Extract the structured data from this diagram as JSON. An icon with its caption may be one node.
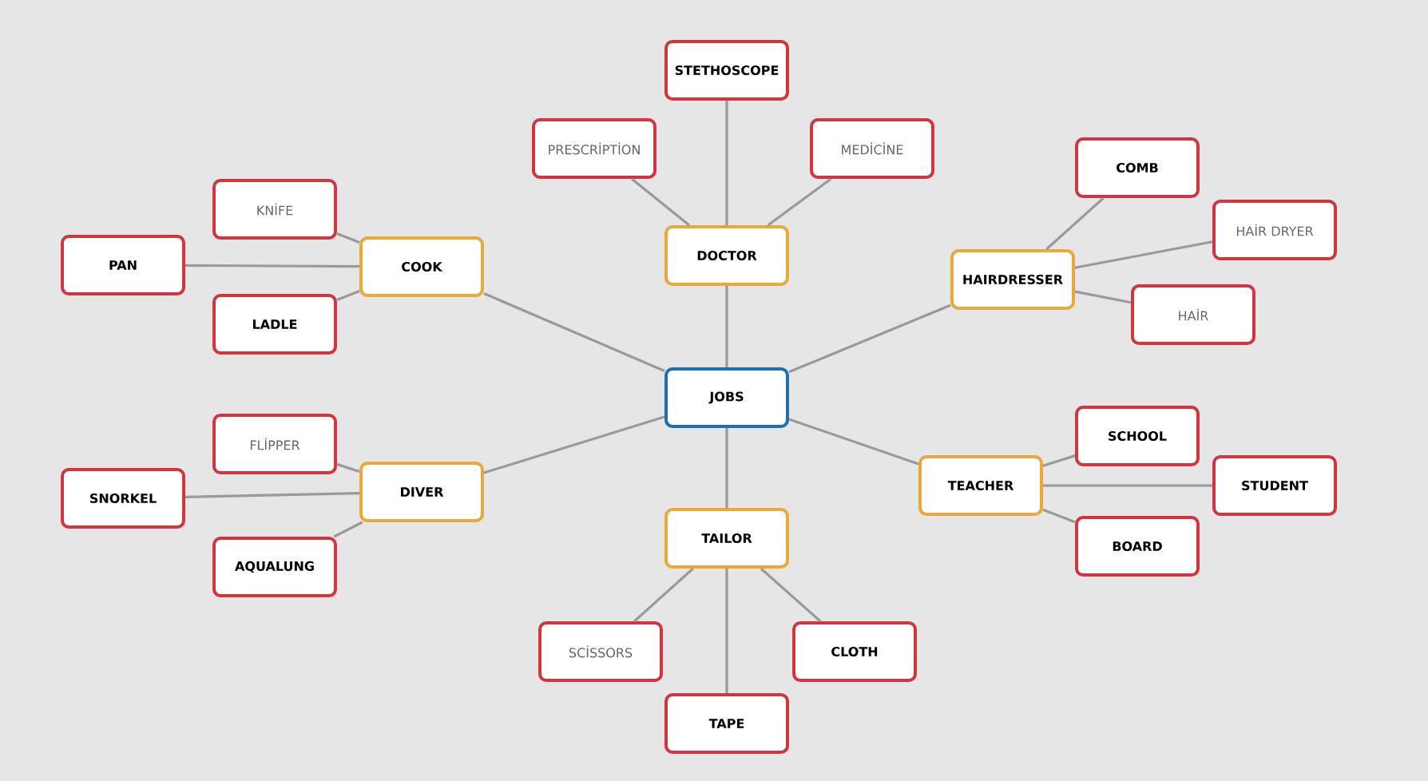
{
  "diagram": {
    "nodes": [
      {
        "text": [
          "JOBS"
        ]
      },
      {
        "text": [
          "DOCTOR"
        ]
      },
      {
        "text": [
          "STETHOSCOPE"
        ]
      },
      {
        "text": [
          "PRESCRİPTİON"
        ]
      },
      {
        "text": [
          "MEDİCİNE"
        ]
      },
      {
        "text": [
          "HAIRDRESSER"
        ]
      },
      {
        "text": [
          "COMB"
        ]
      },
      {
        "text": [
          "HAİR DRYER"
        ]
      },
      {
        "text": [
          "HAİR"
        ]
      },
      {
        "text": [
          "TEACHER"
        ]
      },
      {
        "text": [
          "SCHOOL"
        ]
      },
      {
        "text": [
          "STUDENT"
        ]
      },
      {
        "text": [
          "BOARD"
        ]
      },
      {
        "text": [
          "TAILOR"
        ]
      },
      {
        "text": [
          "SCİSSORS"
        ]
      },
      {
        "text": [
          "CLOTH"
        ]
      },
      {
        "text": [
          "TAPE"
        ]
      },
      {
        "text": [
          "DIVER"
        ]
      },
      {
        "text": [
          "FLİPPER"
        ]
      },
      {
        "text": [
          "SNORKEL"
        ]
      },
      {
        "text": [
          "AQUALUNG"
        ]
      },
      {
        "text": [
          "COOK"
        ]
      },
      {
        "text": [
          "KNİFE"
        ]
      },
      {
        "text": [
          "PAN"
        ]
      },
      {
        "text": [
          "LADLE"
        ]
      }
    ],
    "edges": [
      {
        "from": 0,
        "to": 1,
        "arrow": "none"
      },
      {
        "from": 1,
        "to": 2,
        "arrow": "none"
      },
      {
        "from": 1,
        "to": 3,
        "arrow": "none"
      },
      {
        "from": 1,
        "to": 4,
        "arrow": "none"
      },
      {
        "from": 0,
        "to": 5,
        "arrow": "none"
      },
      {
        "from": 5,
        "to": 6,
        "arrow": "none"
      },
      {
        "from": 5,
        "to": 7,
        "arrow": "none"
      },
      {
        "from": 5,
        "to": 8,
        "arrow": "none"
      },
      {
        "from": 0,
        "to": 9,
        "arrow": "none"
      },
      {
        "from": 9,
        "to": 10,
        "arrow": "none"
      },
      {
        "from": 9,
        "to": 11,
        "arrow": "none"
      },
      {
        "from": 9,
        "to": 12,
        "arrow": "none"
      },
      {
        "from": 0,
        "to": 13,
        "arrow": "none"
      },
      {
        "from": 13,
        "to": 14,
        "arrow": "none"
      },
      {
        "from": 13,
        "to": 15,
        "arrow": "none"
      },
      {
        "from": 13,
        "to": 16,
        "arrow": "none"
      },
      {
        "from": 0,
        "to": 17,
        "arrow": "none"
      },
      {
        "from": 17,
        "to": 18,
        "arrow": "none"
      },
      {
        "from": 17,
        "to": 19,
        "arrow": "none"
      },
      {
        "from": 17,
        "to": 20,
        "arrow": "none"
      },
      {
        "from": 0,
        "to": 21,
        "arrow": "none"
      },
      {
        "from": 21,
        "to": 22,
        "arrow": "none"
      },
      {
        "from": 21,
        "to": 23,
        "arrow": "none"
      },
      {
        "from": 21,
        "to": 24,
        "arrow": "none"
      }
    ]
  }
}
